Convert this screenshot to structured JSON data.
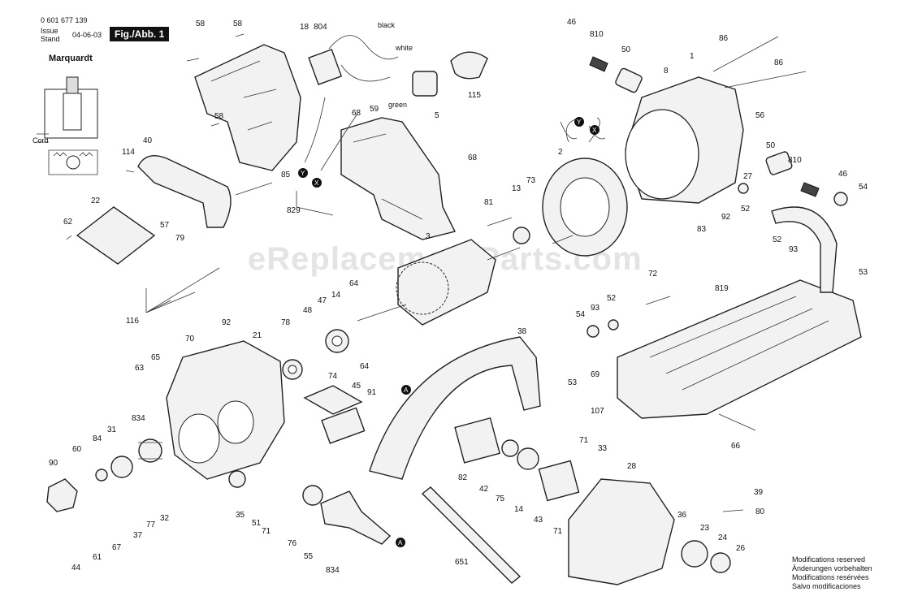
{
  "header": {
    "doc_number": "0 601 677 139",
    "issue_label": "Issue",
    "stand_label": "Stand",
    "date": "04-06-03",
    "fig_label": "Fig./Abb. 1"
  },
  "switch_diagram": {
    "title": "Marquardt",
    "cord_label": "Cord"
  },
  "watermark": "eReplacementParts.com",
  "wire_labels": {
    "black": "black",
    "white": "white",
    "green": "green",
    "y": "Y",
    "x": "X",
    "a": "A"
  },
  "modifications": {
    "en": "Modifications reserved",
    "de": "Änderungen vorbehalten",
    "fr": "Modifications resérvées",
    "es": "Salvo modificaciones"
  },
  "part_labels": {
    "l58a": "58",
    "l58b": "58",
    "l58c": "58",
    "l18": "18",
    "l804": "804",
    "l46a": "46",
    "l810a": "810",
    "l50a": "50",
    "l86a": "86",
    "l86b": "86",
    "l1": "1",
    "l8": "8",
    "l5": "5",
    "l115": "115",
    "l59": "59",
    "l68a": "68",
    "l56": "56",
    "l40": "40",
    "l114": "114",
    "l85": "85",
    "l829": "829",
    "l2": "2",
    "l68b": "68",
    "l50b": "50",
    "l810b": "810",
    "l46b": "46",
    "l27": "27",
    "l22": "22",
    "l13": "13",
    "l73": "73",
    "l81": "81",
    "l83": "83",
    "l92a": "92",
    "l52a": "52",
    "l54a": "54",
    "l62": "62",
    "l57": "57",
    "l79": "79",
    "l3": "3",
    "l52b": "52",
    "l93a": "93",
    "l53a": "53",
    "l116": "116",
    "l64a": "64",
    "l14a": "14",
    "l47": "47",
    "l48": "48",
    "l78": "78",
    "l72": "72",
    "l819": "819",
    "l54b": "54",
    "l93b": "93",
    "l52c": "52",
    "l92b": "92",
    "l21": "21",
    "l65": "65",
    "l70": "70",
    "l64b": "64",
    "l38": "38",
    "l53b": "53",
    "l69": "69",
    "l63": "63",
    "l74": "74",
    "l45": "45",
    "l91": "91",
    "l107": "107",
    "l834a": "834",
    "l31": "31",
    "l84": "84",
    "l60": "60",
    "l90": "90",
    "l66": "66",
    "l71a": "71",
    "l33": "33",
    "l82": "82",
    "l42": "42",
    "l75": "75",
    "l14b": "14",
    "l28": "28",
    "l39": "39",
    "l80": "80",
    "l43": "43",
    "l71b": "71",
    "l36": "36",
    "l23": "23",
    "l24": "24",
    "l26": "26",
    "l35": "35",
    "l51": "51",
    "l71c": "71",
    "l76": "76",
    "l55": "55",
    "l834b": "834",
    "l44": "44",
    "l61": "61",
    "l67": "67",
    "l37": "37",
    "l77": "77",
    "l32": "32",
    "l651": "651"
  }
}
